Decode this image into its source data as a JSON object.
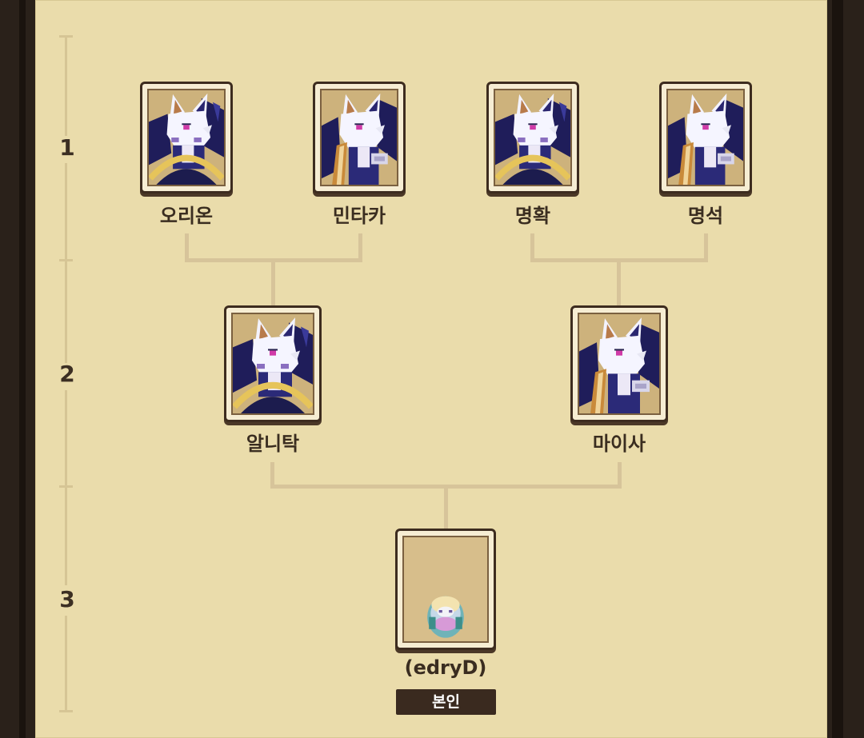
{
  "generations": [
    {
      "label": "1"
    },
    {
      "label": "2"
    },
    {
      "label": "3"
    }
  ],
  "tree": {
    "gen1": [
      {
        "name": "오리온",
        "portrait": "fox-knight-shield"
      },
      {
        "name": "민타카",
        "portrait": "fox-knight-staff"
      },
      {
        "name": "명확",
        "portrait": "fox-knight-shield"
      },
      {
        "name": "명석",
        "portrait": "fox-knight-staff"
      }
    ],
    "gen2": [
      {
        "name": "알니탁",
        "portrait": "fox-knight-shield"
      },
      {
        "name": "마이사",
        "portrait": "fox-knight-staff"
      }
    ],
    "gen3": {
      "name": "(edryD)",
      "badge": "본인",
      "portrait": "baby-creature"
    }
  },
  "colors": {
    "panel": "#eadcab",
    "card_border": "#3d2c1f",
    "badge_bg": "#3a2a1f",
    "connector": "#d7c49a",
    "text": "#3a2d20"
  }
}
